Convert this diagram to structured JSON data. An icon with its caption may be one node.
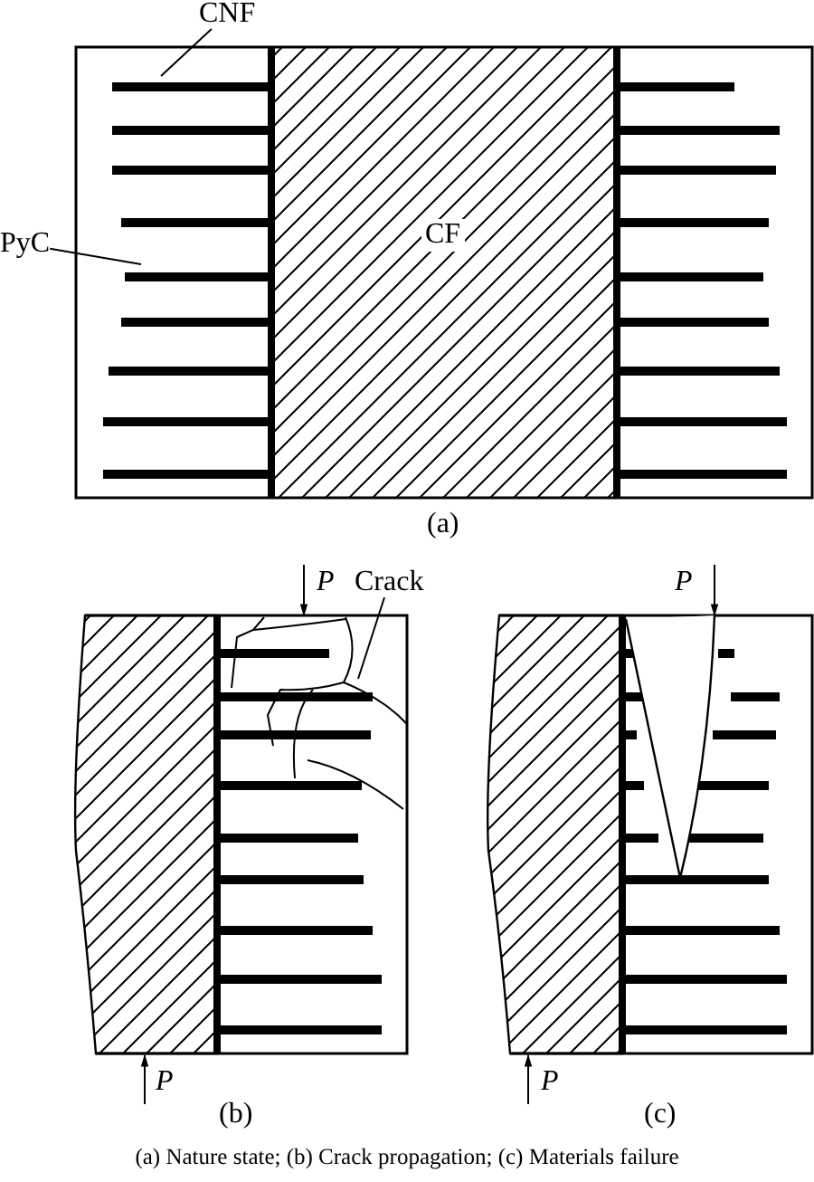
{
  "diagram": {
    "caption": "(a) Nature state; (b) Crack propagation; (c) Materials failure",
    "nodes": [
      {
        "text": [
          "CNF"
        ]
      },
      {
        "text": [
          "PyC"
        ]
      },
      {
        "text": [
          "Crack"
        ]
      }
    ],
    "edges": [
      {
        "from": 0,
        "to": null,
        "arrow": "none"
      },
      {
        "from": 1,
        "to": null,
        "arrow": "none"
      },
      {
        "from": 2,
        "to": null,
        "arrow": "none"
      }
    ],
    "labels": [
      "CF",
      "(a)",
      "P",
      "P",
      "P",
      "P",
      "(b)",
      "(c)"
    ]
  }
}
